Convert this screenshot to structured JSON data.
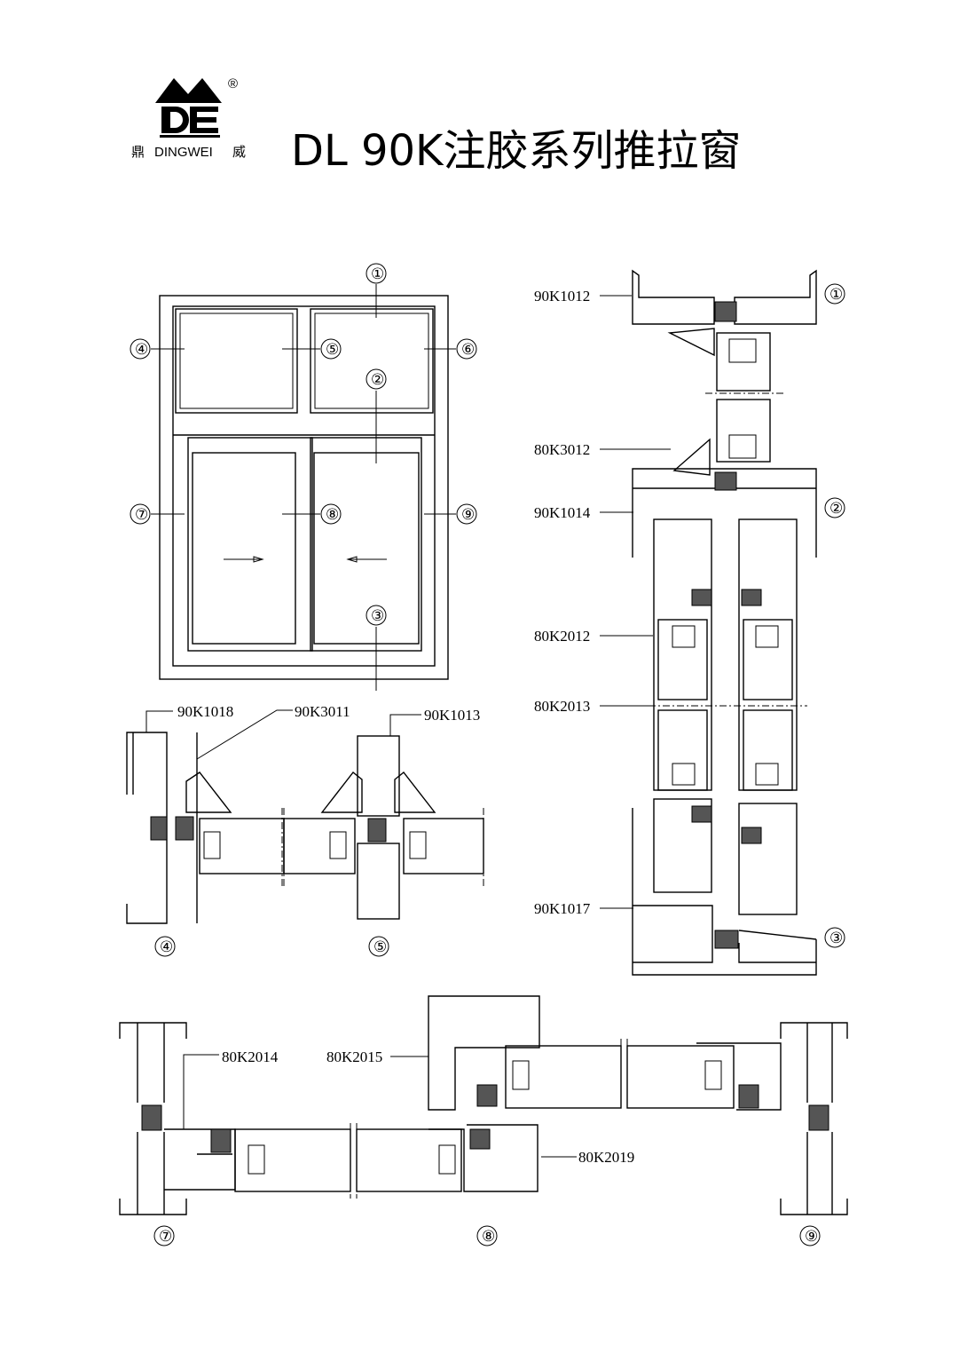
{
  "logo": {
    "brand": "DINGWEI",
    "left_char": "鼎",
    "right_char": "威",
    "mark": "DE",
    "registered": "®"
  },
  "title": "DL 90K注胶系列推拉窗",
  "elevation": {
    "markers": [
      "①",
      "②",
      "③",
      "④",
      "⑤",
      "⑥",
      "⑦",
      "⑧",
      "⑨"
    ]
  },
  "section_vertical": {
    "profiles": [
      "90K1012",
      "80K3012",
      "90K1014",
      "80K2012",
      "80K2013",
      "90K1017"
    ],
    "markers": [
      "①",
      "②",
      "③"
    ]
  },
  "section_top": {
    "profiles": [
      "90K1018",
      "90K3011",
      "90K1013"
    ],
    "markers": [
      "④",
      "⑤"
    ]
  },
  "section_bottom": {
    "profiles": [
      "80K2014",
      "80K2015",
      "80K2019"
    ],
    "markers": [
      "⑦",
      "⑧",
      "⑨"
    ]
  },
  "colors": {
    "line": "#000000",
    "background": "#ffffff"
  }
}
